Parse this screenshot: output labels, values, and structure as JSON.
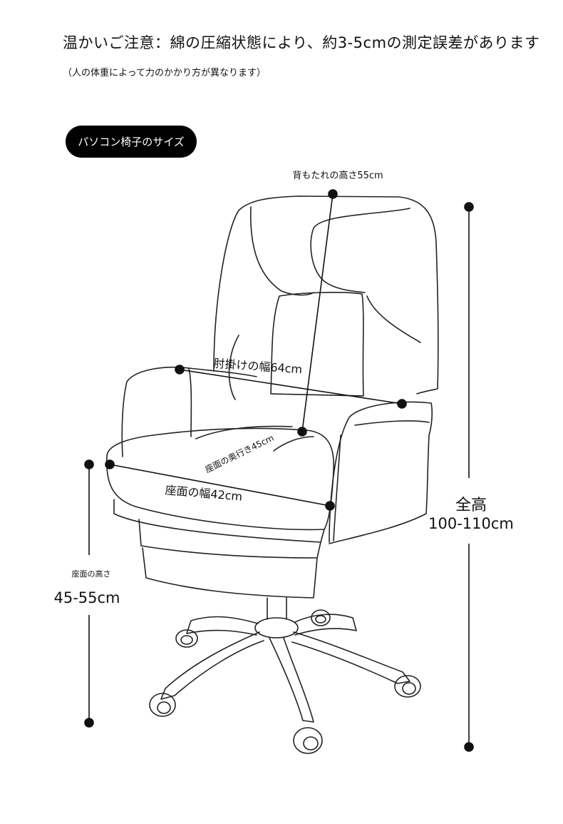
{
  "notice": "温かいご注意：綿の圧縮状態により、約3-5cmの測定誤差があります",
  "subnotice": "（人の体重によって力のかかり方が異なります）",
  "section_label": "パソコン椅子のサイズ",
  "dimensions": {
    "backrest_height": "背もたれの高さ55cm",
    "armrest_width": "肘掛けの幅64cm",
    "seat_depth": "座面の奥行き45cm",
    "seat_width": "座面の幅42cm",
    "total_height_label": "全高",
    "total_height_value": "100-110cm",
    "seat_height_label": "座面の高さ",
    "seat_height_value": "45-55cm"
  },
  "colors": {
    "line": "#111111",
    "pill_bg": "#000000",
    "pill_text": "#ffffff"
  }
}
